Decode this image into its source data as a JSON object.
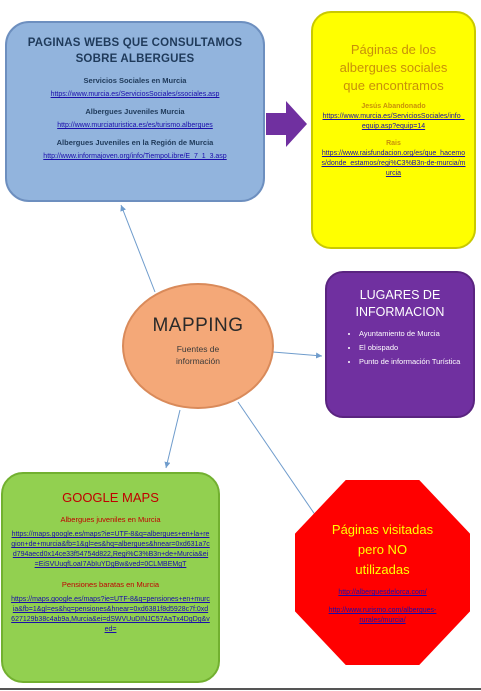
{
  "blue": {
    "title_line1": "PAGINAS WEBS QUE CONSULTAMOS",
    "title_line2": "SOBRE ALBERGUES",
    "items": [
      {
        "label": "Servicios Sociales en Murcia",
        "url": "https://www.murcia.es/ServiciosSociales/ssociales.asp"
      },
      {
        "label": "Albergues Juveniles Murcia",
        "url": "http://www.murciaturistica.es/es/turismo.albergues"
      },
      {
        "label": "Albergues Juveniles en la Región de Murcia",
        "url": "http://www.informajoven.org/info/TiempoLibre/E_7_1_3.asp"
      }
    ]
  },
  "yellow": {
    "title_line1": "Páginas de los",
    "title_line2": "albergues sociales",
    "title_line3": "que encontramos",
    "items": [
      {
        "label": "Jesús Abandonado",
        "url": "https://www.murcia.es/ServiciosSociales/info_equip.asp?equip=14"
      },
      {
        "label": "Rais",
        "url": "https://www.raisfundacion.org/es/que_hacemos/donde_estamos/regi%C3%B3n-de-murcia/murcia"
      }
    ]
  },
  "purple": {
    "title_line1": "LUGARES DE",
    "title_line2": "INFORMACION",
    "items": [
      "Ayuntamiento de Murcia",
      "El obispado",
      "Punto de información Turística"
    ]
  },
  "center": {
    "title": "MAPPING",
    "subtitle_line1": "Fuentes de",
    "subtitle_line2": "información"
  },
  "green": {
    "title": "GOOGLE MAPS",
    "items": [
      {
        "label": "Albergues juveniles en Murcia",
        "url": "https://maps.google.es/maps?ie=UTF-8&q=albergues+en+la+region+de+murcia&fb=1&gl=es&hq=albergues&hnear=0xd631a7cd794aecd0x14ce33f54754d822,Regi%C3%B3n+de+Murcia&ei=EiSVUuqfLoaI7AbIuYDgBw&ved=0CLMBEMgT"
      },
      {
        "label": "Pensiones baratas en Murcia",
        "url": "https://maps.google.es/maps?ie=UTF-8&q=pensiones+en+murcia&fb=1&gl=es&hq=pensiones&hnear=0xd6381f8d5928c7f:0xd627129b38c4ab9a,Murcia&ei=dSWVUuDINJC57AaTx4DgDg&ved="
      }
    ]
  },
  "red": {
    "title_line1": "Páginas visitadas",
    "title_line2": "pero NO",
    "title_line3": "utilizadas",
    "links": [
      "http://alberguesdelorca.com/",
      "http://www.rurismo.com/albergues-rurales/murcia/"
    ]
  },
  "colors": {
    "blue_fill": "#92b4dd",
    "yellow_fill": "#ffff00",
    "purple_fill": "#7030a0",
    "circle_fill": "#f4a878",
    "green_fill": "#92d050",
    "red_fill": "#ff0000",
    "connector": "#6f9ccc",
    "block_arrow": "#7030a0"
  }
}
